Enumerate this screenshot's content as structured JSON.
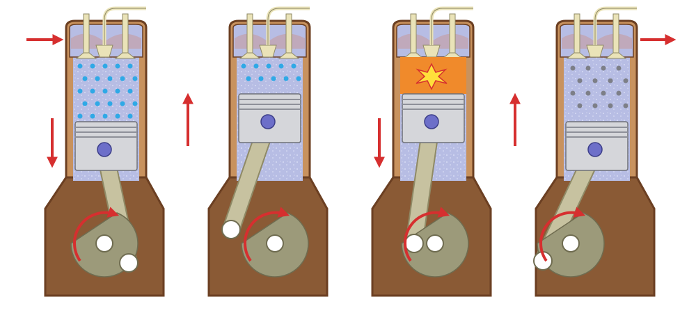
{
  "diagram": {
    "colors": {
      "crankcase": "#8a5a35",
      "crankcase_outline": "#6b3f22",
      "block": "#c8925e",
      "cylinder_bg": "#b7bde4",
      "cylinder_speckle": "#d7dcf4",
      "piston": "#d5d6da",
      "piston_rings": "#8e9099",
      "wrist_pin": "#6d6fc9",
      "rod": "#c7c2a0",
      "rod_outline": "#8f8a66",
      "crank_disc": "#9c9a7a",
      "journal": "#ffffff",
      "arrow": "#d62f2f",
      "fuel_droplet": "#2fa9e6",
      "exhaust_particle": "#7d7f87",
      "combustion": "#f08a2b",
      "spark": "#ffdf3b",
      "valve": "#eae3b8",
      "head_accent": "#c79ba0"
    },
    "panels": [
      {
        "stage": "intake",
        "caption": "",
        "piston_motion": "down",
        "crank_rotation": "clockwise",
        "chamber_content": "fuel-droplets",
        "side_flow": "in-left",
        "icons": [
          "intake-arrow-icon",
          "piston-down-arrow-icon",
          "crank-rotation-arrow-icon"
        ]
      },
      {
        "stage": "compression",
        "caption": "",
        "piston_motion": "up",
        "crank_rotation": "clockwise",
        "chamber_content": "fuel-droplets",
        "side_flow": "none",
        "icons": [
          "piston-up-arrow-icon",
          "crank-rotation-arrow-icon"
        ]
      },
      {
        "stage": "power",
        "caption": "",
        "piston_motion": "down",
        "crank_rotation": "clockwise",
        "chamber_content": "combustion-spark",
        "side_flow": "none",
        "icons": [
          "spark-icon",
          "piston-down-arrow-icon",
          "crank-rotation-arrow-icon"
        ]
      },
      {
        "stage": "exhaust",
        "caption": "",
        "piston_motion": "up",
        "crank_rotation": "clockwise",
        "chamber_content": "exhaust-particles",
        "side_flow": "out-right",
        "icons": [
          "exhaust-arrow-icon",
          "piston-up-arrow-icon",
          "crank-rotation-arrow-icon"
        ]
      }
    ]
  }
}
